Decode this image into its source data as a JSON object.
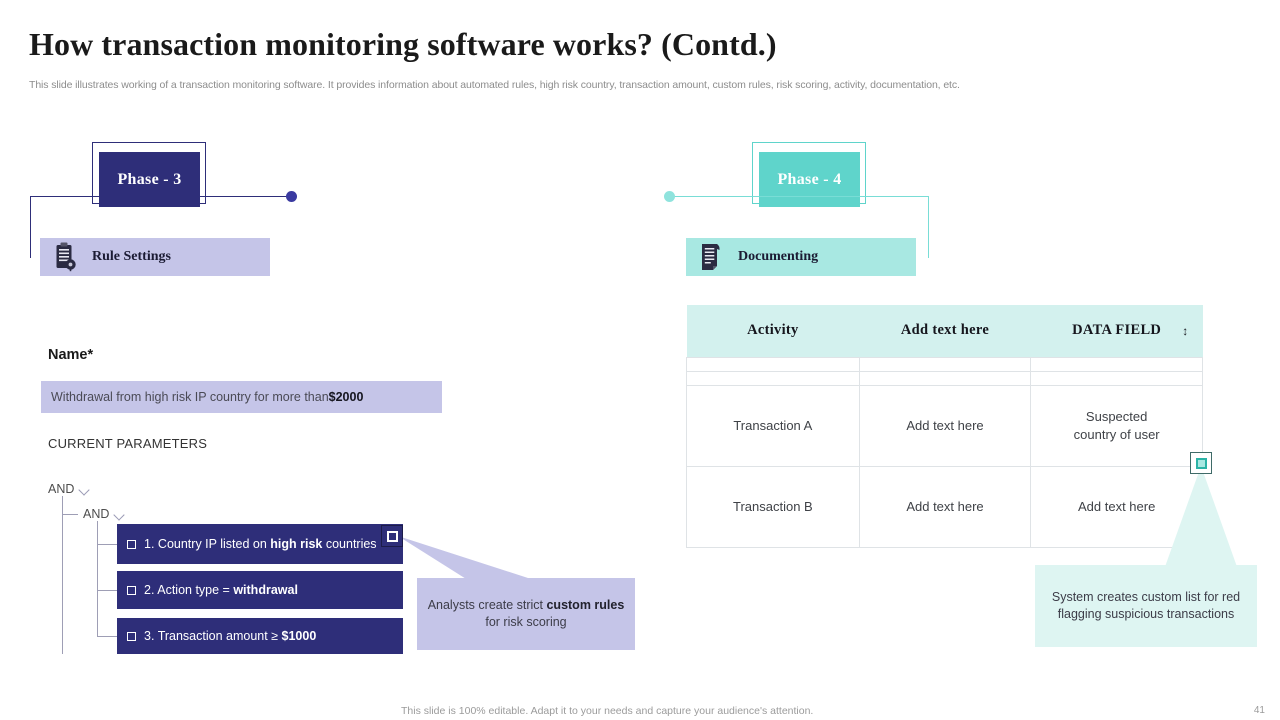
{
  "header": {
    "title": "How transaction monitoring software works? (Contd.)",
    "subtitle": "This slide illustrates working of a transaction monitoring software. It provides information about automated rules, high risk country, transaction amount, custom rules, risk scoring, activity,  documentation, etc."
  },
  "phase3": {
    "badge": "Phase - 3",
    "bar_label": "Rule Settings",
    "icon": "clipboard-settings-icon",
    "color": "#2e2e79",
    "bar_color": "#c5c5e8"
  },
  "phase4": {
    "badge": "Phase - 4",
    "bar_label": "Documenting",
    "icon": "document-icon",
    "color": "#5fd4cb",
    "bar_color": "#a8e8e2"
  },
  "form": {
    "name_label": "Name*",
    "name_value_prefix": "Withdrawal from high risk IP  country for more than ",
    "name_value_bold": "$2000",
    "parameters_label": "CURRENT PARAMETERS",
    "group_operator_outer": "AND",
    "group_operator_inner": "AND",
    "rules": [
      {
        "index": "1.",
        "text_before": "Country IP listed on ",
        "bold": "high risk",
        "text_after": " countries"
      },
      {
        "index": "2.",
        "text_before": "Action type = ",
        "bold": "withdrawal",
        "text_after": ""
      },
      {
        "index": "3.",
        "text_before": "Transaction  amount ≥ ",
        "bold": "$1000",
        "text_after": ""
      }
    ]
  },
  "callout_left": {
    "text_before": "Analysts create strict ",
    "bold": "custom rules",
    "text_after": " for risk scoring",
    "marker_icon": "nested-square-marker-icon"
  },
  "callout_right": {
    "text": "System creates custom list for red flagging suspicious transactions",
    "marker_icon": "nested-square-marker-icon"
  },
  "table": {
    "headers": [
      "Activity",
      "Add text here",
      "DATA FIELD"
    ],
    "sort_icon": "↕",
    "rows": [
      [
        "Transaction A",
        "Add text here",
        "Suspected\ncountry of user"
      ],
      [
        "Transaction B",
        "Add text here",
        "Add text here"
      ]
    ]
  },
  "footer": {
    "note": "This slide is 100% editable. Adapt it to your needs and capture your audience's attention.",
    "page_number": "41"
  }
}
